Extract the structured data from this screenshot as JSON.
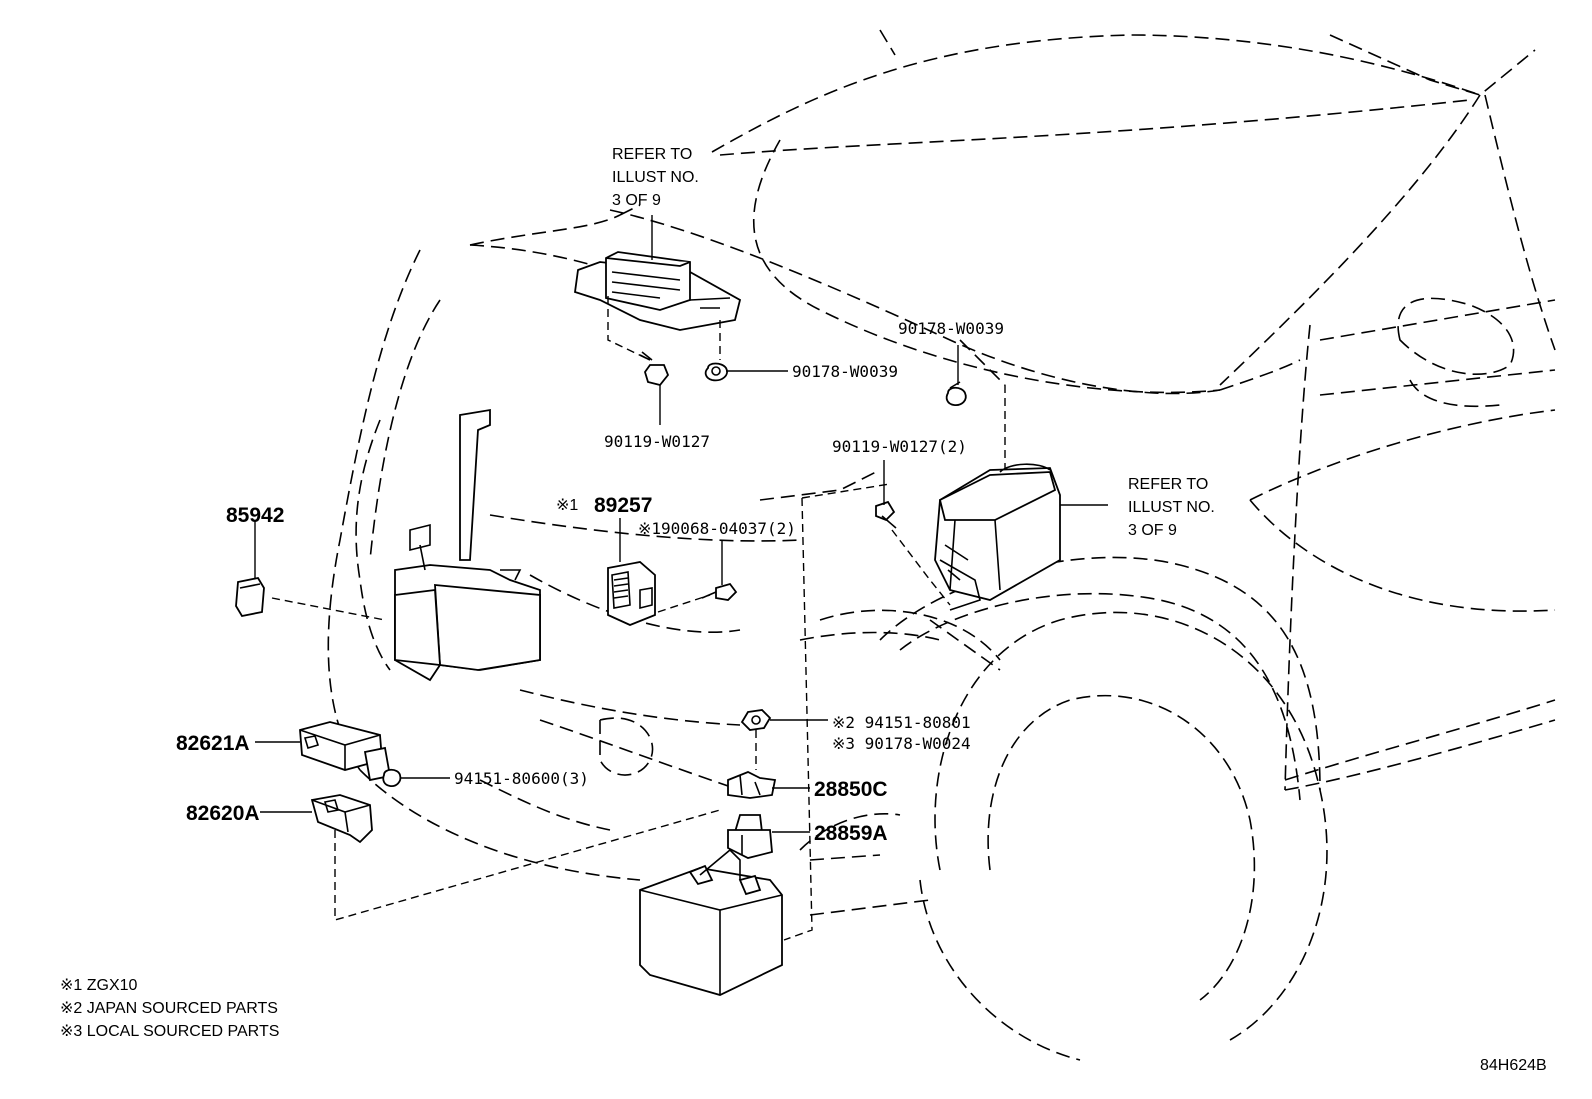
{
  "callouts": {
    "refer_top": [
      "REFER TO",
      "ILLUST NO.",
      "3 OF 9"
    ],
    "refer_right": [
      "REFER TO",
      "ILLUST NO.",
      "3 OF 9"
    ],
    "p90178_top": "90178-W0039",
    "p90178_right": "90178-W0039",
    "p90119_top": "90119-W0127",
    "p90119_right": "90119-W0127(2)",
    "p85942": "85942",
    "p89257_mark": "※1",
    "p89257": "89257",
    "p90068": "※190068-04037(2)",
    "p82621A": "82621A",
    "p82620A": "82620A",
    "p94151_80600": "94151-80600(3)",
    "p94151_80801": "※2  94151-80801",
    "p90178_W0024": "※3  90178-W0024",
    "p28850C": "28850C",
    "p28859A": "28859A"
  },
  "legend": [
    "※1 ZGX10",
    "※2 JAPAN SOURCED PARTS",
    "※3 LOCAL SOURCED PARTS"
  ],
  "drawing_code": "84H624B"
}
